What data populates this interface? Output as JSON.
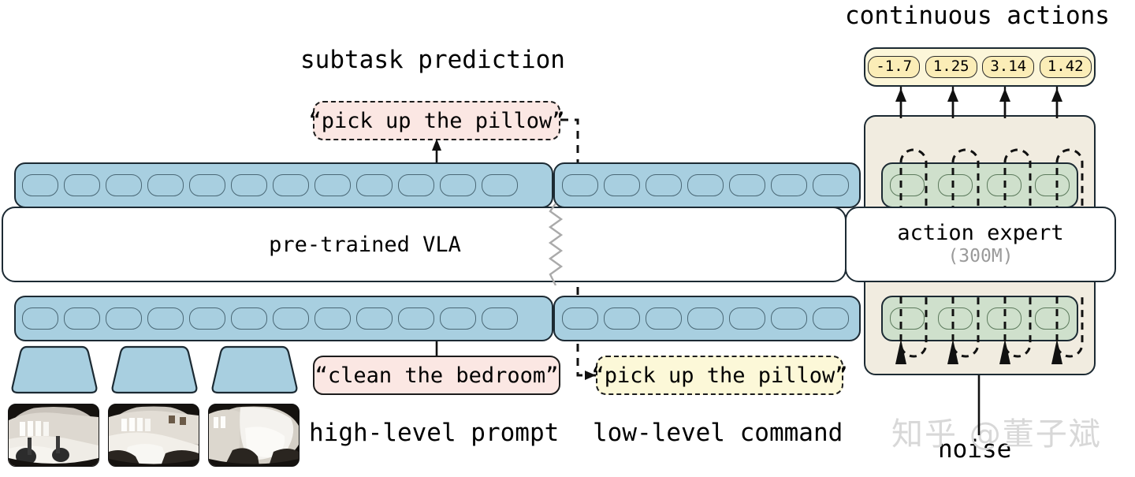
{
  "diagram": {
    "title_captions": {
      "continuous_actions": "continuous actions",
      "subtask_prediction": "subtask prediction",
      "high_level_prompt": "high-level prompt",
      "low_level_command": "low-level command",
      "noise": "noise"
    },
    "watermark": "知乎 @董子斌",
    "vla": {
      "label": "pre-trained VLA",
      "token_strips": {
        "top_left_tokens": 12,
        "top_right_tokens": 7,
        "bottom_left_tokens": 12,
        "bottom_right_tokens": 7
      }
    },
    "action_expert": {
      "title": "action expert",
      "subtitle": "(300M)",
      "token_count": 4
    },
    "continuous_actions": {
      "values": [
        "-1.7",
        "1.25",
        "3.14",
        "1.42"
      ]
    },
    "bubbles": {
      "subtask_prediction": "“pick up the pillow”",
      "high_level_prompt": "“clean the bedroom”",
      "low_level_command": "“pick up the pillow”"
    },
    "encoders": [
      {
        "name": "image-encoder-1"
      },
      {
        "name": "image-encoder-2"
      },
      {
        "name": "image-encoder-3"
      }
    ],
    "cameras": [
      {
        "name": "camera-view-1",
        "caption": ""
      },
      {
        "name": "camera-view-2",
        "caption": ""
      },
      {
        "name": "camera-view-3",
        "caption": ""
      }
    ],
    "colors": {
      "token_blue": "#a8cfe0",
      "expert_beige": "#f1ece0",
      "expert_green": "#cfe0cc",
      "bubble_pink": "#fbe7e3",
      "bubble_yellow": "#fcf8d8",
      "action_pill": "#fbedb7",
      "outline": "#1c2a33",
      "subtitle_gray": "#9a9a9a",
      "watermark_gray": "#d8d8d8"
    }
  }
}
